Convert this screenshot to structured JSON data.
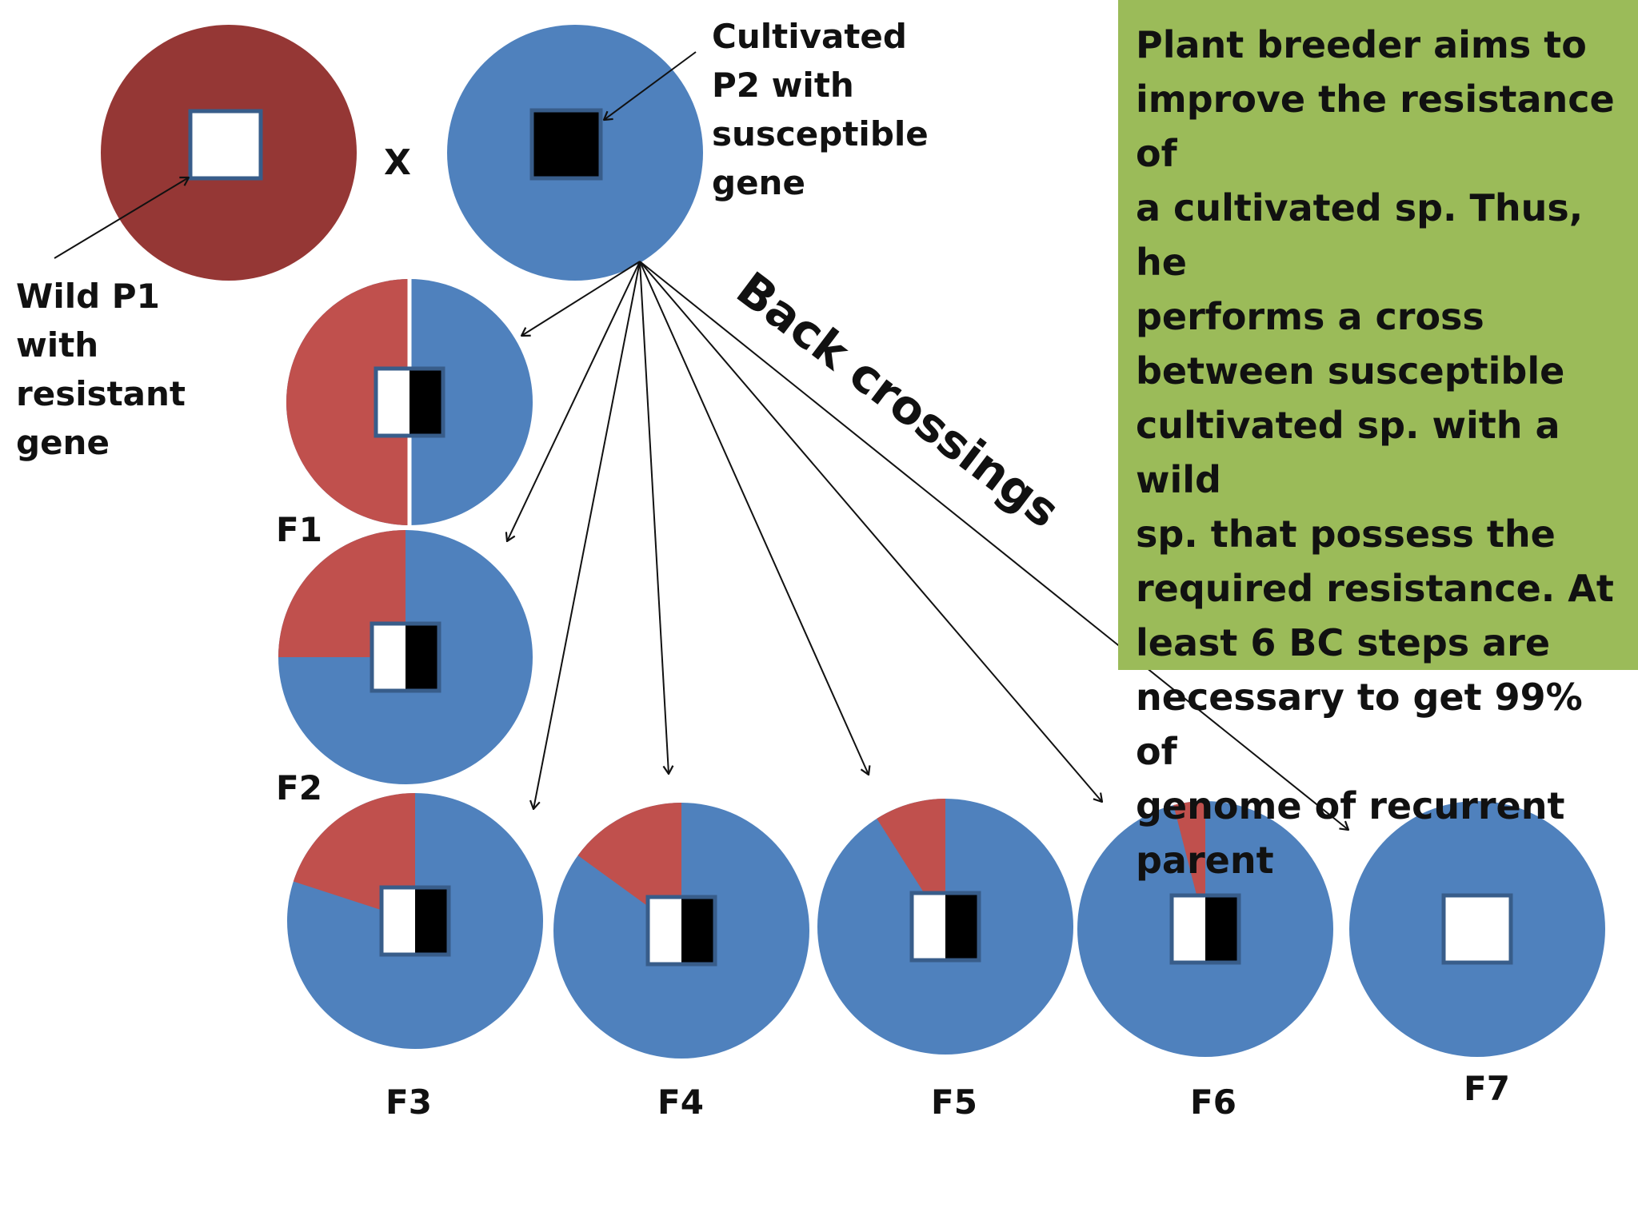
{
  "parents": {
    "p1_label": "Wild P1\nwith\nresistant\ngene",
    "p2_label": "Cultivated\nP2 with\nsusceptible\ngene",
    "cross_symbol": "X",
    "p1_color": "#953735",
    "p2_color": "#4f81bd"
  },
  "backcross_label": "Back crossings",
  "generations": [
    {
      "label": "F1",
      "wild_fraction": 0.5,
      "show_hetero": true
    },
    {
      "label": "F2",
      "wild_fraction": 0.25,
      "show_hetero": true
    },
    {
      "label": "F3",
      "wild_fraction": 0.2,
      "show_hetero": true
    },
    {
      "label": "F4",
      "wild_fraction": 0.15,
      "show_hetero": true
    },
    {
      "label": "F5",
      "wild_fraction": 0.09,
      "show_hetero": true
    },
    {
      "label": "F6",
      "wild_fraction": 0.04,
      "show_hetero": true
    },
    {
      "label": "F7",
      "wild_fraction": 0.0,
      "show_hetero": false
    }
  ],
  "colors": {
    "wild_slice": "#c0504d",
    "cultivated": "#4f81bd",
    "panel": "#9bbb59",
    "gene_border": "#385d8a"
  },
  "info_text": "Plant breeder aims to\nimprove the resistance of\na cultivated sp. Thus, he\nperforms a cross\nbetween susceptible\ncultivated  sp. with a wild\nsp. that possess the\nrequired resistance. At\nleast 6 BC steps are\nnecessary to get 99% of\ngenome of recurrent\nparent"
}
